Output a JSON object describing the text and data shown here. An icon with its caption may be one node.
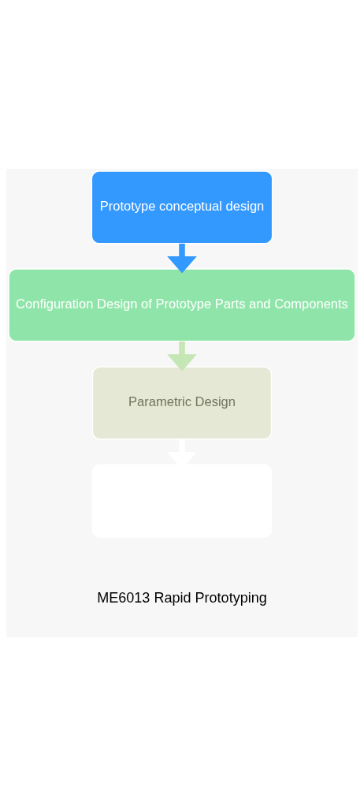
{
  "diagram": {
    "nodes": [
      {
        "text": [
          "Prototype conceptual design"
        ]
      },
      {
        "text": [
          "Configuration Design of Prototype Parts and Components"
        ]
      },
      {
        "text": [
          "Parametric Design"
        ]
      },
      {
        "text": [],
        "shape": "box"
      }
    ],
    "edges": [
      {
        "from": 0,
        "to": 1,
        "arrow": "to",
        "color": "#3399ff"
      },
      {
        "from": 1,
        "to": 2,
        "arrow": "to",
        "color": "#c5e6b5"
      },
      {
        "from": 2,
        "to": 3,
        "arrow": "to",
        "color": "#ffffff"
      }
    ],
    "labels": [
      "ME6013 Rapid Prototyping"
    ]
  }
}
